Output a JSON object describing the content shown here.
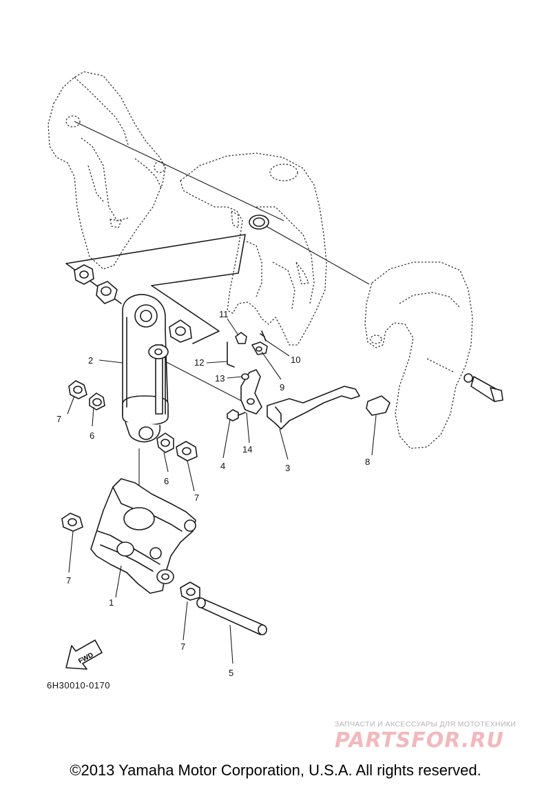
{
  "diagram": {
    "code": "6H30010-0170",
    "copyright": "©2013 Yamaha Motor Corporation, U.S.A. All rights reserved.",
    "fwd_arrow_text": "FWD",
    "callouts": [
      "1",
      "2",
      "3",
      "4",
      "5",
      "6",
      "6",
      "7",
      "7",
      "7",
      "7",
      "8",
      "9",
      "10",
      "11",
      "12",
      "13",
      "14"
    ]
  },
  "watermark": {
    "tagline": "ЗАПЧАСТИ И АКСЕССУАРЫ ДЛЯ МОТОТЕХНИКИ",
    "logo": "PARTSFOR.RU"
  }
}
